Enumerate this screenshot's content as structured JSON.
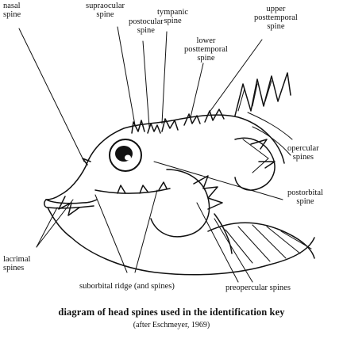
{
  "labels": {
    "nasal": "nasal\nspine",
    "supraocular": "supraocular\nspine",
    "postocular": "postocular\nspine",
    "tympanic": "tympanic\nspine",
    "lower_posttemporal": "lower\nposttemporal\nspine",
    "upper_posttemporal": "upper\nposttemporal\nspine",
    "opercular": "opercular\nspines",
    "postorbital": "postorbital\nspine",
    "lacrimal": "lacrimal\nspines",
    "suborbital": "suborbital ridge (and spines)",
    "preopercular": "preopercular spines"
  },
  "caption": "diagram of head spines used in the identification key",
  "credit": "(after Eschmeyer, 1969)"
}
